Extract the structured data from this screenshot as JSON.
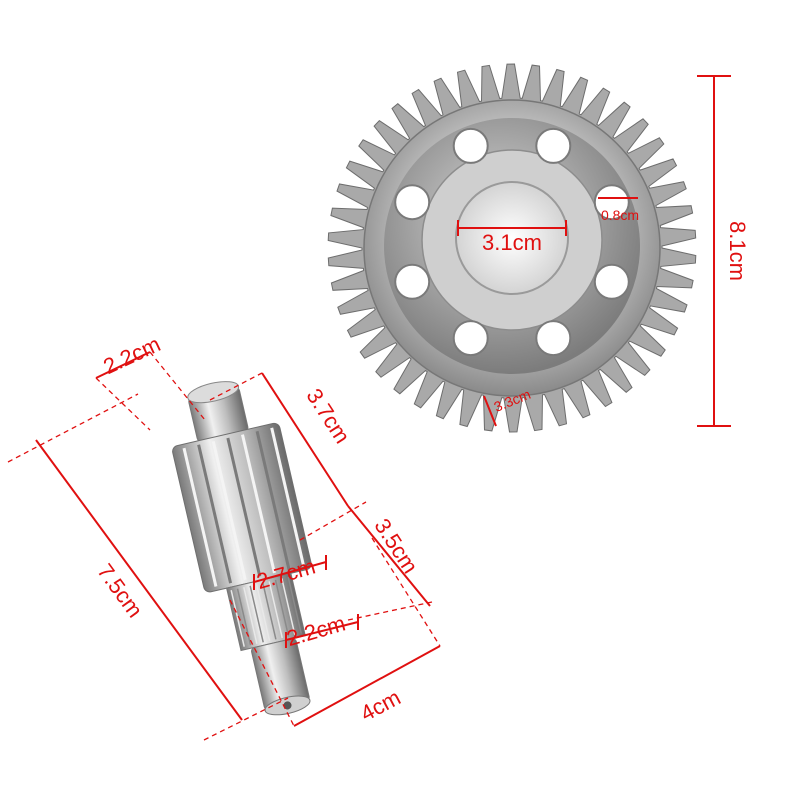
{
  "colors": {
    "dimension": "#e01010",
    "steel_light": "#e4e4e4",
    "steel_mid": "#b4b4b4",
    "steel_dark": "#6e6e6e",
    "background": "#ffffff"
  },
  "large_gear": {
    "bore_diameter": "3.1cm",
    "hole_diameter": "0.8cm",
    "outer_diameter": "8.1cm",
    "thickness": "3.3cm"
  },
  "shaft_gear": {
    "end_diameter_top": "2.2cm",
    "gear_section_length": "3.7cm",
    "spline_section_length": "3.5cm",
    "overall_length": "7.5cm",
    "spline_diameter": "2.7cm",
    "end_diameter_bottom": "2.2cm",
    "gear_diameter": "4cm"
  }
}
